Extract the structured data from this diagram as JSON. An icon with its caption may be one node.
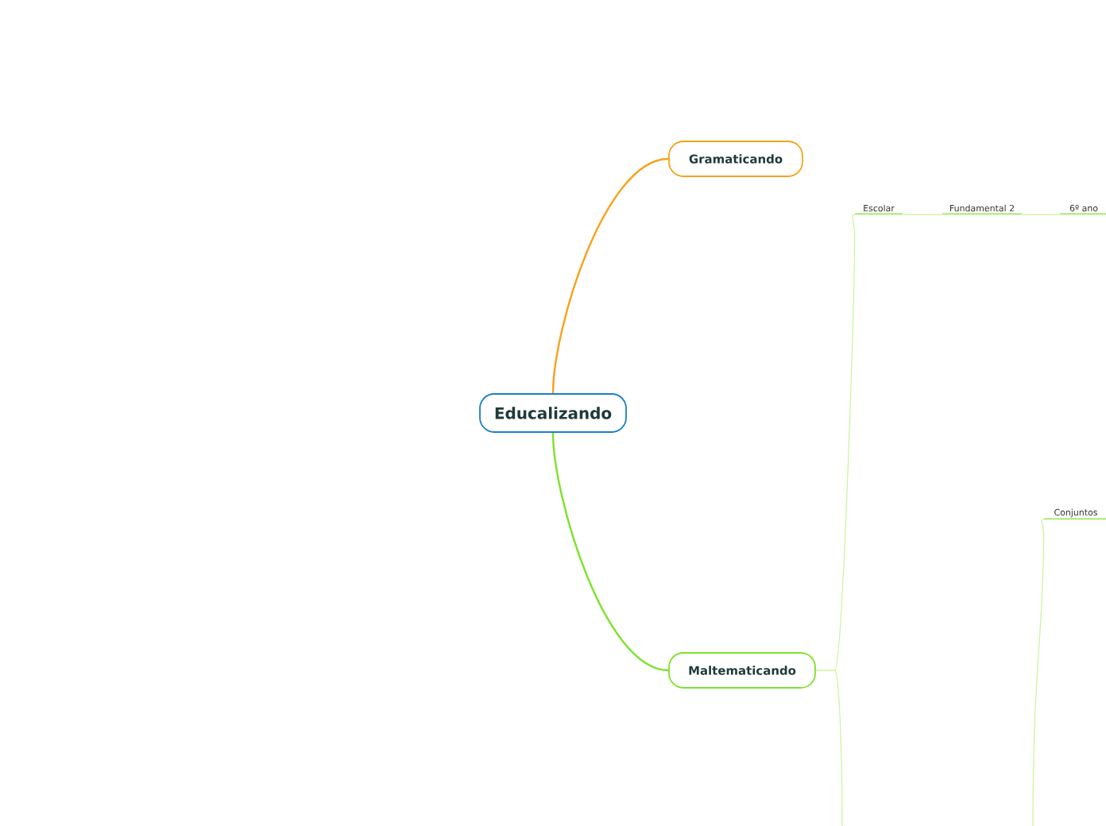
{
  "diagram": {
    "nodes": [
      {
        "text": [
          "Educalizando"
        ]
      },
      {
        "text": [
          "Gramaticando"
        ]
      },
      {
        "text": [
          "Maltematicando"
        ]
      },
      {
        "text": [
          "Escolar"
        ]
      },
      {
        "text": [
          "Fundamental 2"
        ]
      },
      {
        "text": [
          "6º ano"
        ]
      },
      {
        "text": [
          "Conjuntos"
        ]
      }
    ],
    "edges": [
      {
        "from": 0,
        "to": 1,
        "arrow": "none",
        "color": "#f7a21b"
      },
      {
        "from": 0,
        "to": 2,
        "arrow": "none",
        "color": "#7ee22b"
      },
      {
        "from": 2,
        "to": 3,
        "arrow": "none"
      },
      {
        "from": 3,
        "to": 4,
        "arrow": "none"
      },
      {
        "from": 4,
        "to": 5,
        "arrow": "none"
      },
      {
        "from": 2,
        "to": null,
        "arrow": "none"
      },
      {
        "from": null,
        "to": 6,
        "arrow": "none"
      }
    ]
  }
}
